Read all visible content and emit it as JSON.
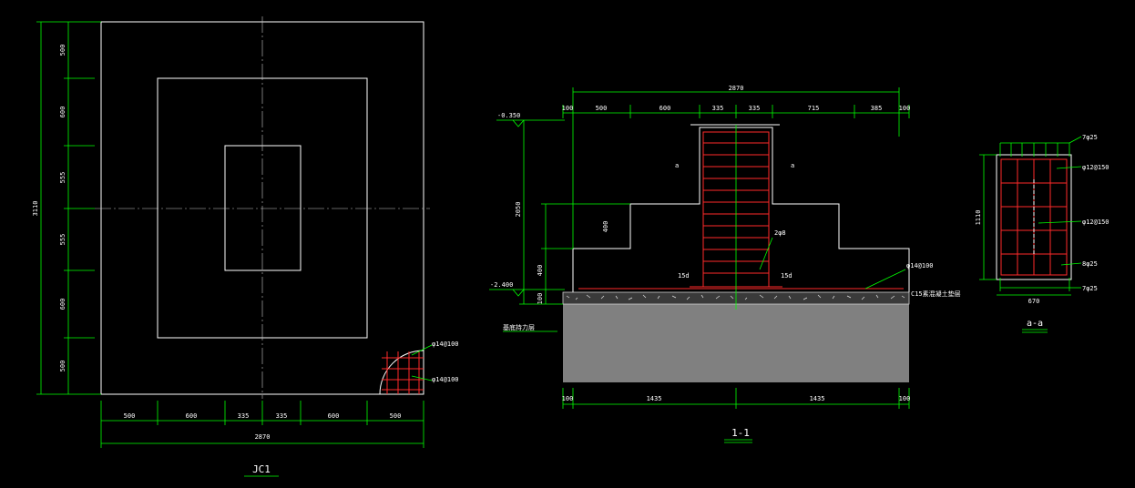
{
  "colors": {
    "background": "#000000",
    "outline": "#ffffff",
    "dimension": "#00ff00",
    "rebar": "#ff2a2a",
    "soil": "#808080"
  },
  "plan": {
    "title": "JC1",
    "height_total": "3110",
    "width_total": "2870",
    "left_dims": [
      "500",
      "600",
      "555",
      "555",
      "600",
      "500"
    ],
    "bottom_dims": [
      "500",
      "600",
      "335",
      "335",
      "600",
      "500"
    ],
    "rebar_x": "φ14@100",
    "rebar_y": "φ14@100"
  },
  "section": {
    "title": "1-1",
    "top_total": "2870",
    "top_dims": [
      "100",
      "500",
      "600",
      "335",
      "335",
      "715",
      "385",
      "100"
    ],
    "bottom_dims": [
      "100",
      "1435",
      "1435",
      "100"
    ],
    "elev_top": "-0.350",
    "elev_bottom": "-2.400",
    "left_dims": [
      "2050",
      "400",
      "400",
      "100"
    ],
    "mark_a_left": "a",
    "mark_a_right": "a",
    "anchor_left": "15d",
    "anchor_right": "15d",
    "stirrup": "2φ8",
    "base_rebar": "φ14@100",
    "cushion": "C15素混凝土垫层",
    "soil": "基底持力层"
  },
  "aa": {
    "title": "a-a",
    "width": "670",
    "height": "1110",
    "labels": [
      "7φ25",
      "φ12@150",
      "φ12@150",
      "8φ25",
      "7φ25"
    ]
  }
}
